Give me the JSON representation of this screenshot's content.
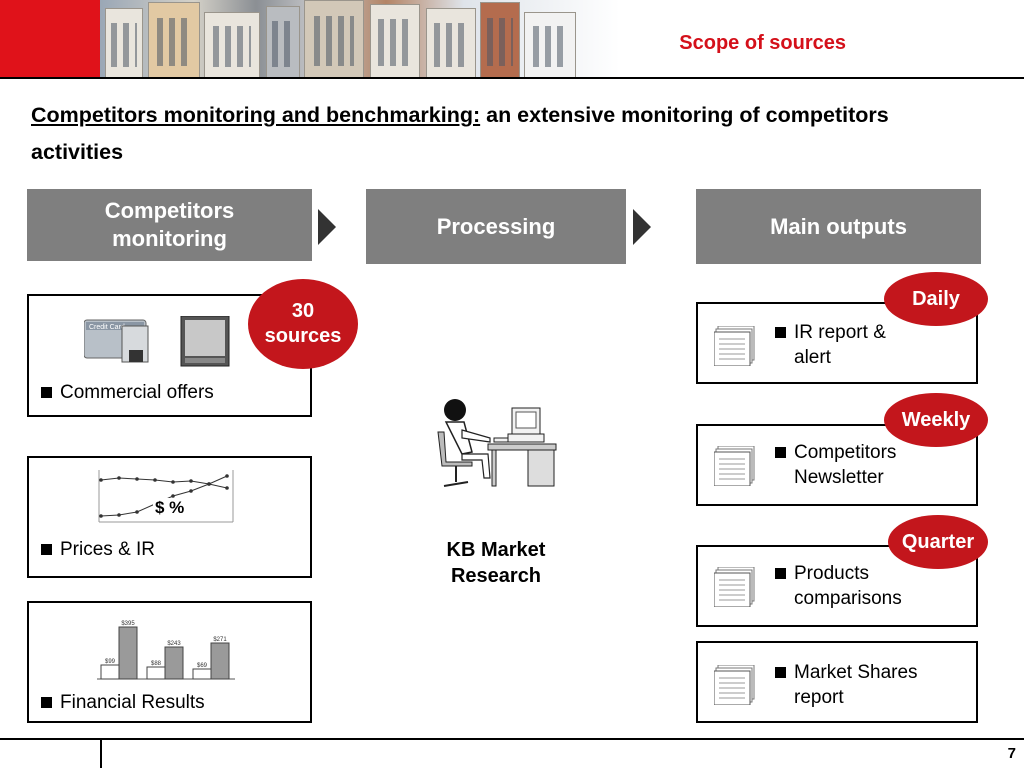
{
  "header": {
    "title": "Scope of sources"
  },
  "headline": {
    "underlined": "Competitors monitoring and benchmarking:",
    "rest": " an extensive monitoring of competitors activities"
  },
  "columns": [
    {
      "label": "Competitors monitoring"
    },
    {
      "label": "Processing"
    },
    {
      "label": "Main outputs"
    }
  ],
  "sources_badge": {
    "line1": "30",
    "line2": "sources"
  },
  "inputs": [
    {
      "label": "Commercial offers",
      "icon": "credit-card-and-monitor-icon"
    },
    {
      "label": "Prices & IR",
      "icon": "line-chart-icon",
      "chart_mark": "$ %"
    },
    {
      "label": "Financial Results",
      "icon": "bar-chart-icon",
      "bar_labels": [
        "$99",
        "$395",
        "$88",
        "$243",
        "$69",
        "$271"
      ]
    }
  ],
  "processor": {
    "label_line1": "KB Market",
    "label_line2": "Research",
    "icon": "person-at-computer-icon"
  },
  "outputs": [
    {
      "frequency": "Daily",
      "line1": "IR report &",
      "line2": "alert"
    },
    {
      "frequency": "Weekly",
      "line1": "Competitors",
      "line2": "Newsletter"
    },
    {
      "frequency": "Quarter",
      "line1": "Products",
      "line2": "comparisons"
    },
    {
      "frequency": "",
      "line1": "Market Shares",
      "line2": "report"
    }
  ],
  "footer": {
    "page_number": "7"
  },
  "colors": {
    "brand_red": "#c3161c",
    "header_grey": "#7f7f7f"
  }
}
